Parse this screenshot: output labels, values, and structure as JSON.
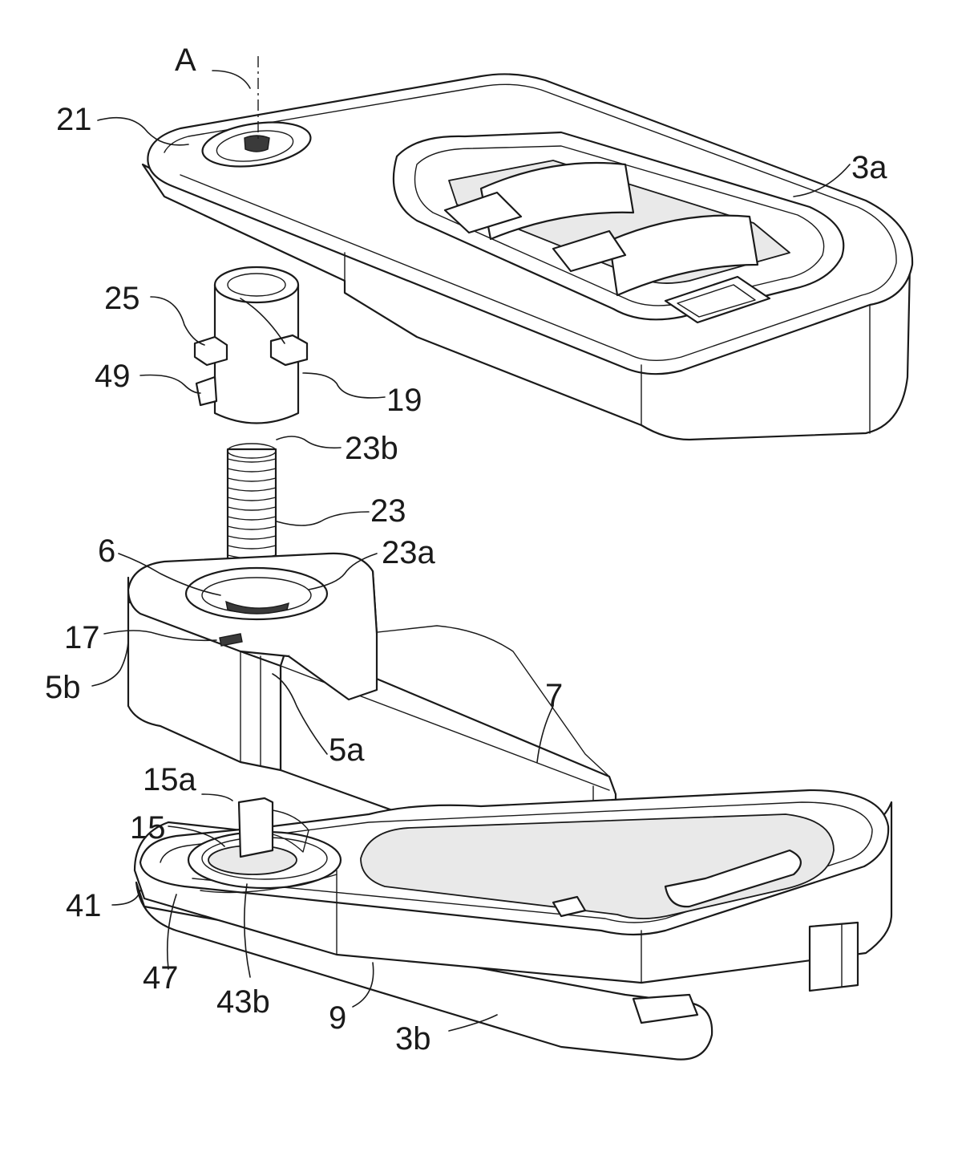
{
  "labels": {
    "A": "A",
    "l21": "21",
    "l3a": "3a",
    "l25": "25",
    "l49": "49",
    "l19": "19",
    "l23b": "23b",
    "l23": "23",
    "l6": "6",
    "l23a": "23a",
    "l17": "17",
    "l5b": "5b",
    "l7": "7",
    "l5a": "5a",
    "l15a": "15a",
    "l15": "15",
    "l41": "41",
    "l47": "47",
    "l43b": "43b",
    "l9": "9",
    "l3b": "3b"
  }
}
